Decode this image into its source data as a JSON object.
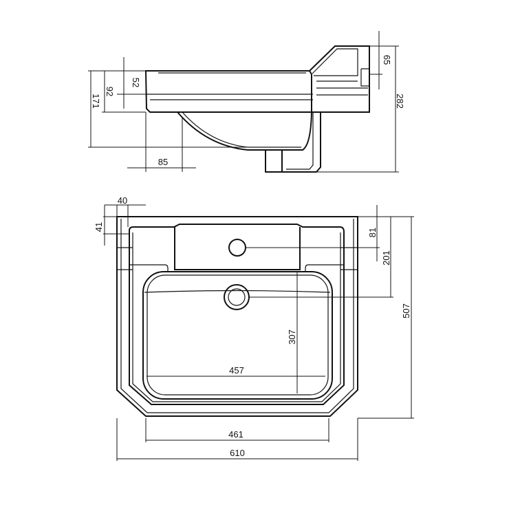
{
  "side_view": {
    "dimensions": {
      "d52": "52",
      "d92": "92",
      "d171": "171",
      "d85": "85",
      "d65": "65",
      "d282": "282"
    }
  },
  "plan_view": {
    "dimensions": {
      "d40": "40",
      "d41": "41",
      "d81": "81",
      "d201": "201",
      "d507": "507",
      "d307": "307",
      "d457": "457",
      "d461": "461",
      "d610": "610"
    }
  },
  "colors": {
    "line": "#111111",
    "background": "#ffffff"
  }
}
